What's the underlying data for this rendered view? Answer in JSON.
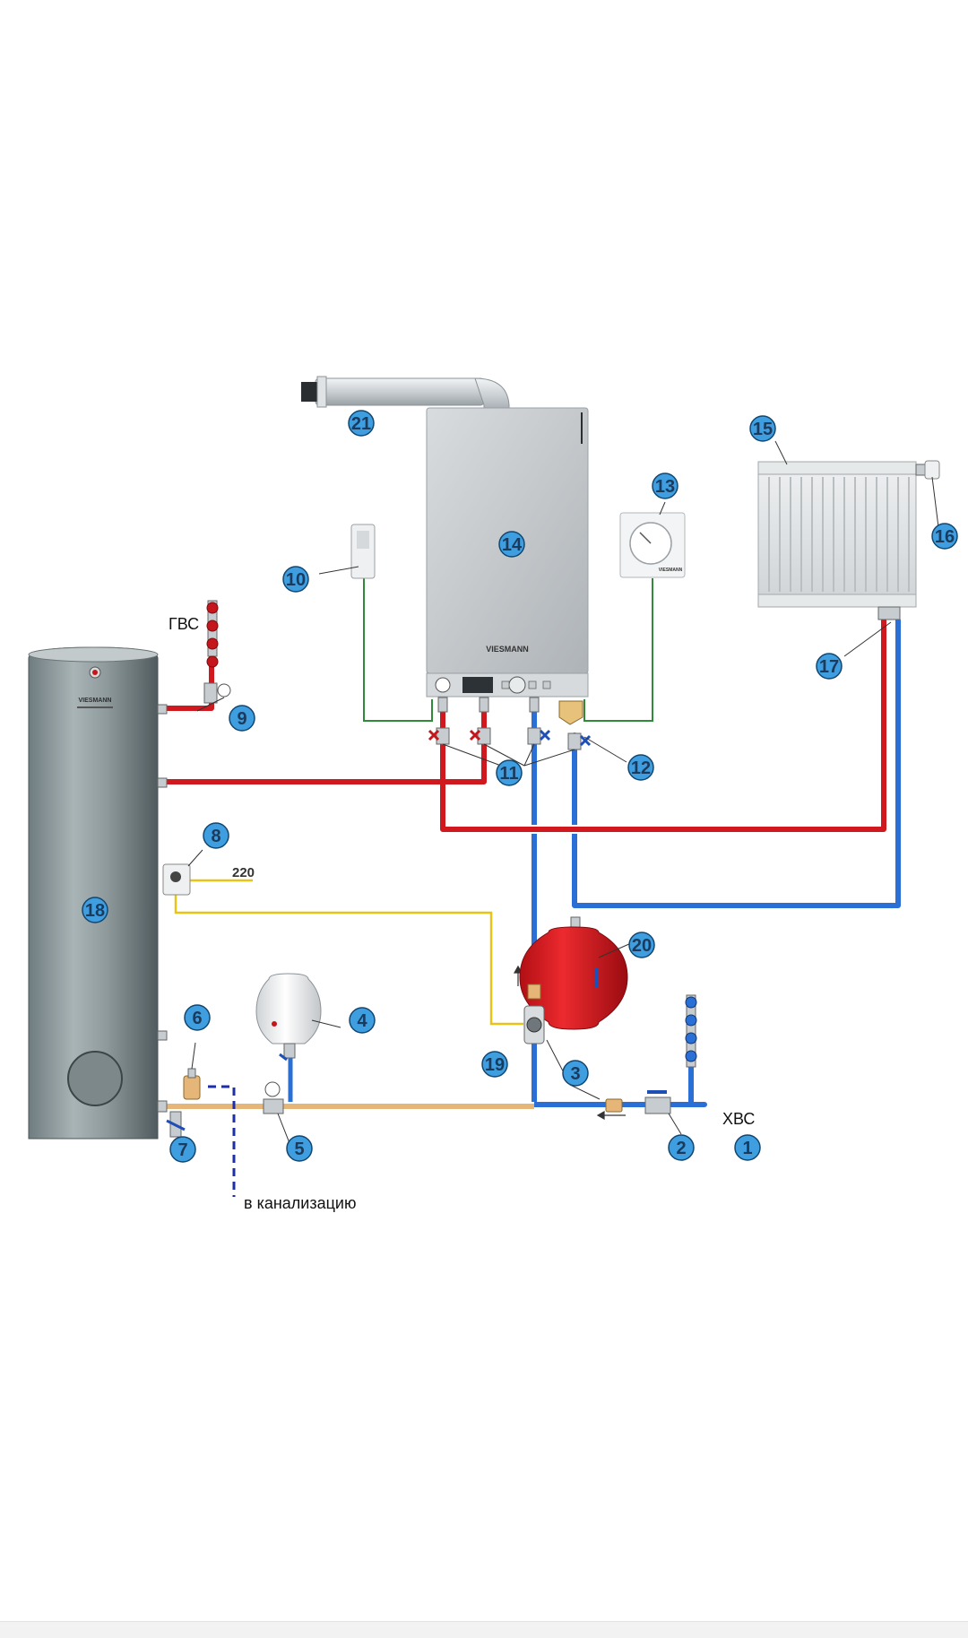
{
  "labels": {
    "gvs": "ГВС",
    "hvs": "ХВС",
    "v_kanalizaciyu": "в канализацию",
    "volt": "220"
  },
  "brand": {
    "boiler": "VIESMANN",
    "thermostat": "VIESMANN",
    "tank": "VIESMANN"
  },
  "callouts": [
    "1",
    "2",
    "3",
    "4",
    "5",
    "6",
    "7",
    "8",
    "9",
    "10",
    "11",
    "12",
    "13",
    "14",
    "15",
    "16",
    "17",
    "18",
    "19",
    "20",
    "21"
  ],
  "colors": {
    "hot": "#d0191e",
    "cold": "#2a6fd6",
    "pipe_outline": "#ffffff",
    "gas_tube": "#e6b578",
    "signal": "#2f8a3a",
    "power": "#e8c417",
    "drain": "#1c2fa8",
    "callout_fill": "#3f9ee0",
    "callout_stroke": "#12466f"
  }
}
